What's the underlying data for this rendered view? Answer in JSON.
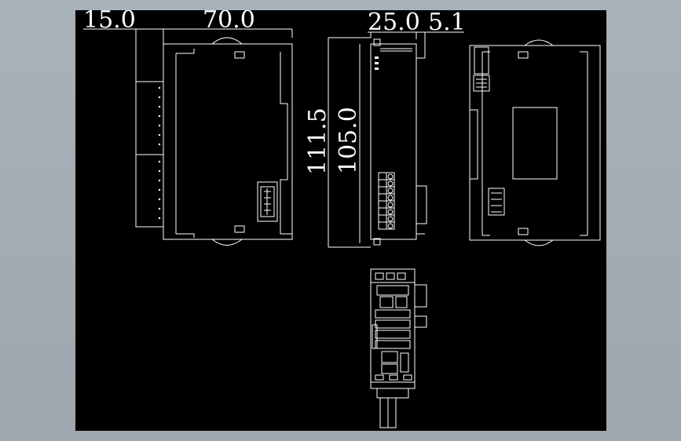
{
  "dimensions": {
    "d1": "15.0",
    "d2": "70.0",
    "d3": "25.0",
    "d4": "5.1",
    "d5": "111.5",
    "d6": "105.0"
  },
  "colors": {
    "workspace": "#a4acb4",
    "canvas": "#000000",
    "line": "#ffffff"
  }
}
